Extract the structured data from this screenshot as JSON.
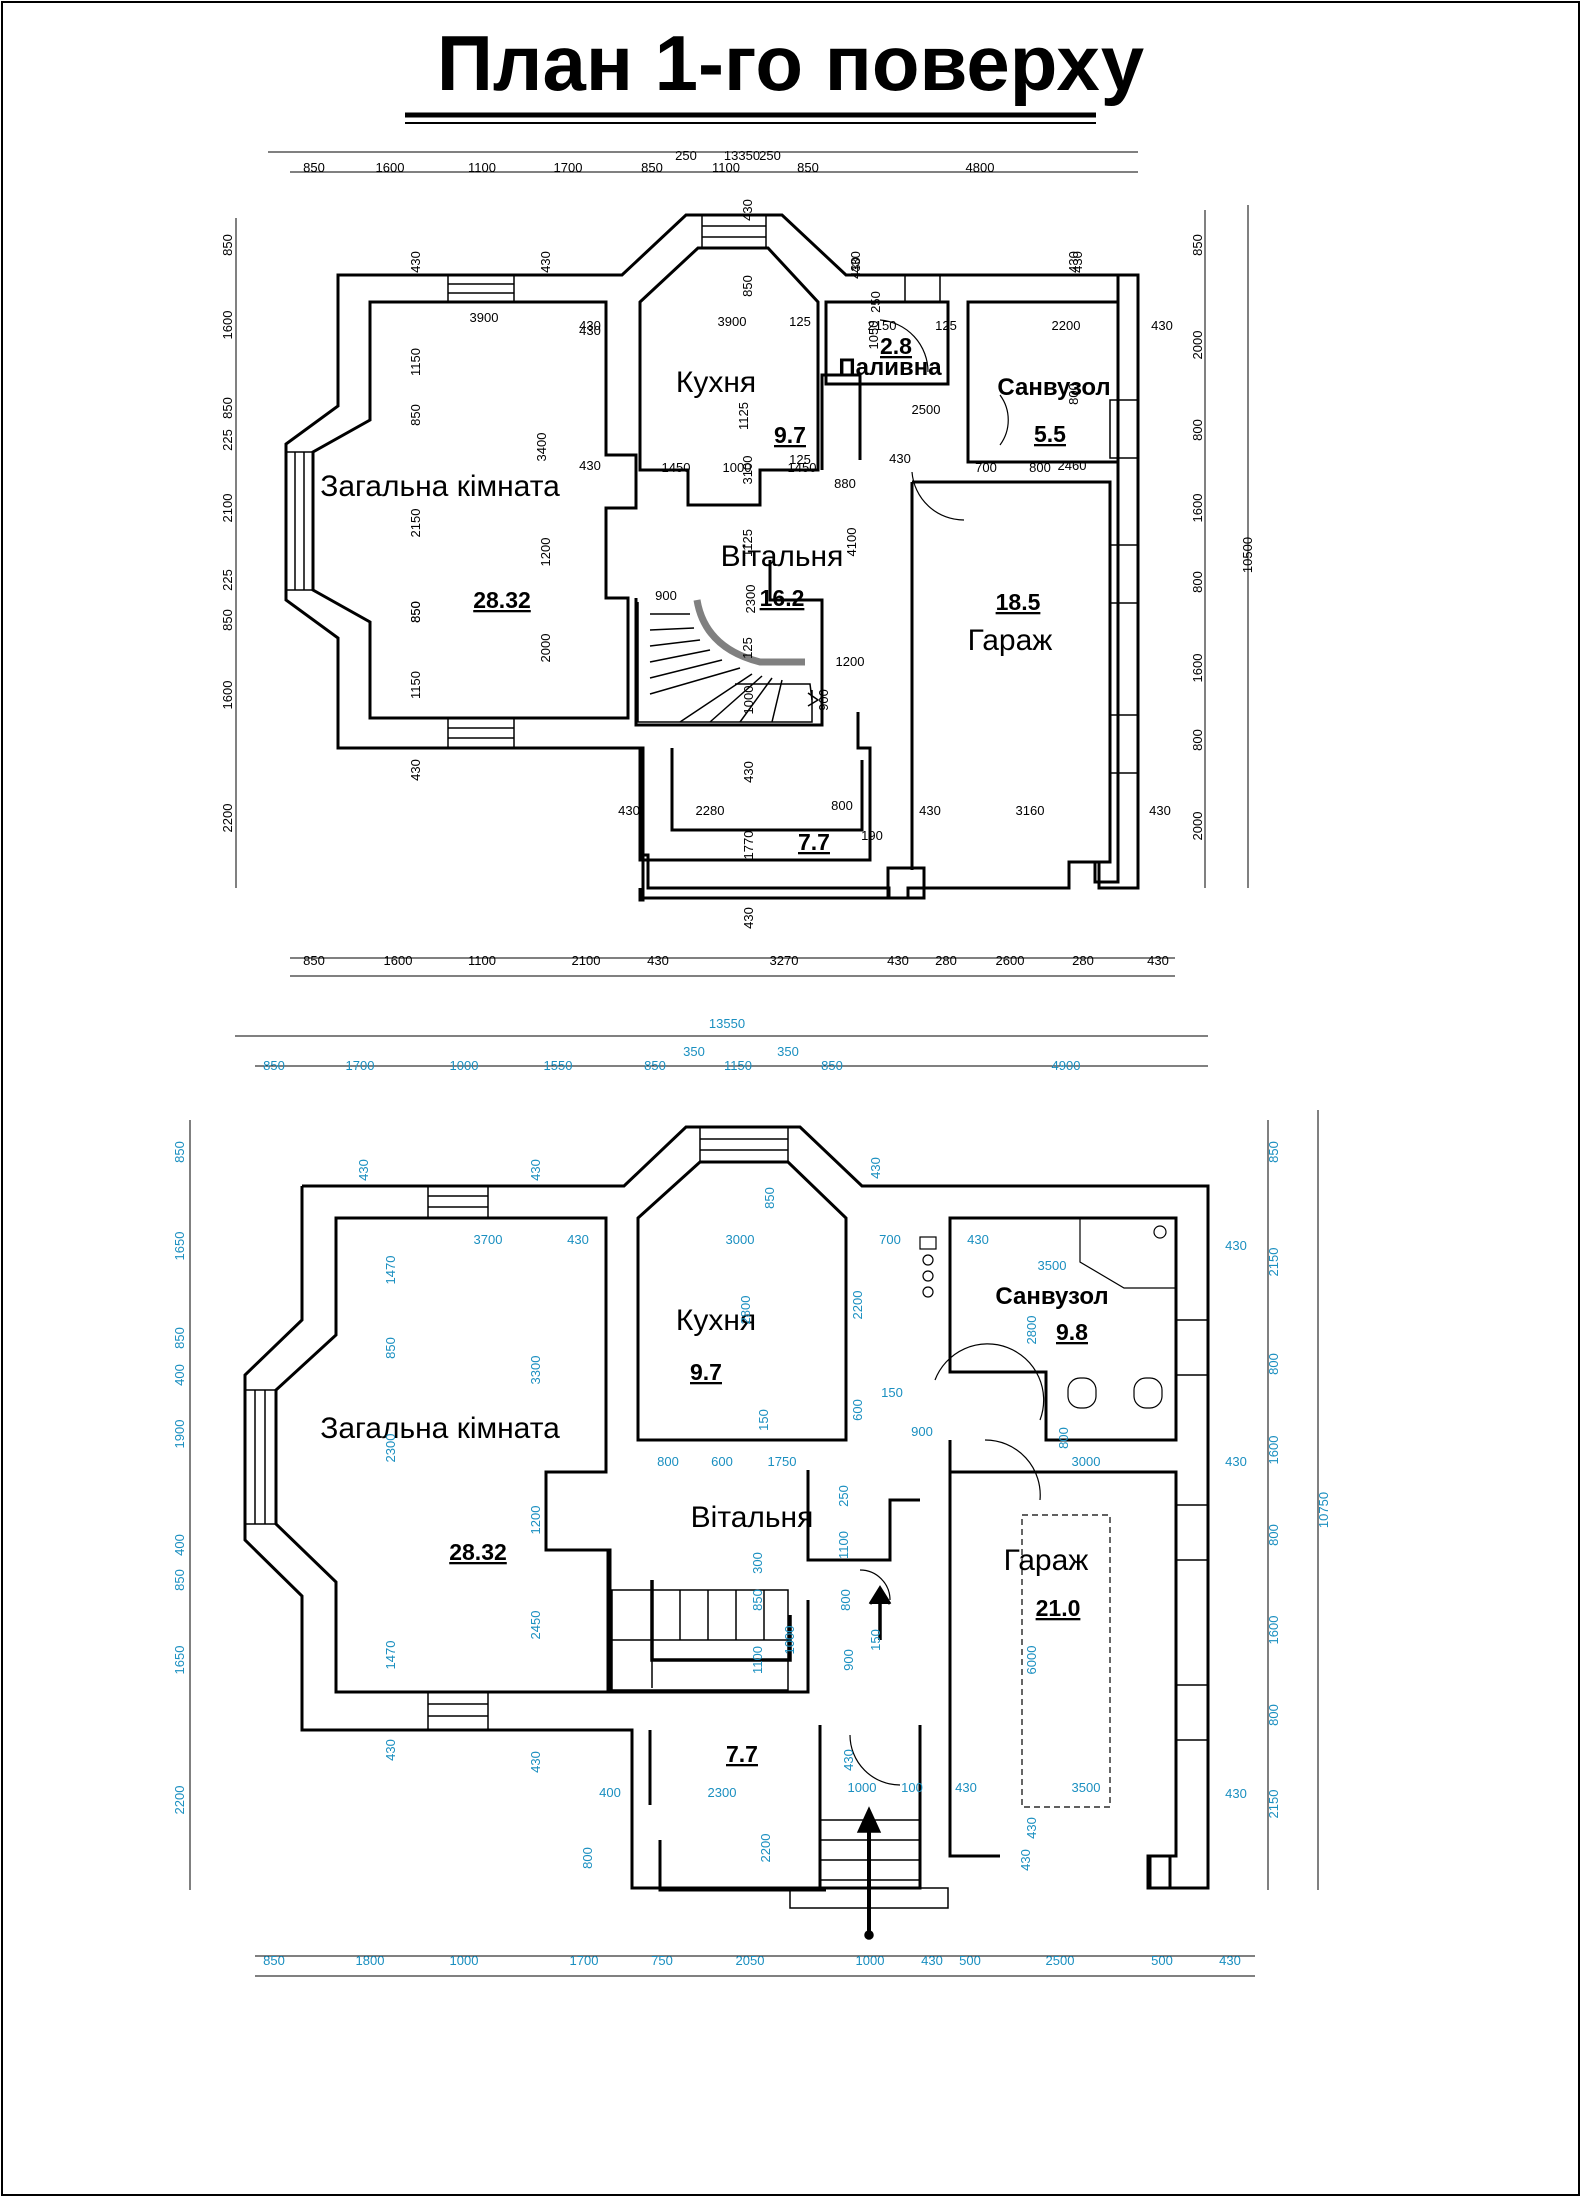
{
  "title": "План 1-го поверху",
  "colors": {
    "plan1_dims": "#000000",
    "plan2_dims": "#1a8fc0",
    "stair_rail": "#808080"
  },
  "plan1": {
    "rooms": [
      {
        "id": "living",
        "name": "Загальна кімната",
        "area": "28.32"
      },
      {
        "id": "kitchen",
        "name": "Кухня",
        "area": "9.7"
      },
      {
        "id": "hall",
        "name": "Вітальня",
        "area": "16.2"
      },
      {
        "id": "boiler",
        "name": "Паливна",
        "area": "2.8"
      },
      {
        "id": "bath",
        "name": "Санвузол",
        "area": "5.5"
      },
      {
        "id": "garage",
        "name": "Гараж",
        "area": "18.5"
      },
      {
        "id": "vestibule",
        "name": "",
        "area": "7.7"
      }
    ],
    "dim_top_total": "13350",
    "dims_top_row1": [
      "250",
      "250"
    ],
    "dims_top_row2": [
      "850",
      "1600",
      "1100",
      "1700",
      "850",
      "1100",
      "850",
      "4800"
    ],
    "dims_bottom": [
      "850",
      "1600",
      "1100",
      "2100",
      "430",
      "3270",
      "430",
      "280",
      "2600",
      "280",
      "430"
    ],
    "dims_left": [
      "850",
      "1600",
      "850",
      "225",
      "2100",
      "225",
      "850",
      "1600",
      "2200"
    ],
    "dims_right": [
      "850",
      "2000",
      "800",
      "1600",
      "800",
      "1600",
      "800",
      "2000"
    ],
    "dim_right_total": "10500",
    "dims_inner": [
      "430",
      "430",
      "430",
      "430",
      "430",
      "850",
      "430",
      "3900",
      "430",
      "3900",
      "125",
      "2150",
      "125",
      "430",
      "2200",
      "1050",
      "250",
      "1150",
      "850",
      "3400",
      "850",
      "1125",
      "800",
      "2500",
      "800",
      "700",
      "2460",
      "430",
      "1450",
      "1000",
      "1450",
      "125",
      "880",
      "430",
      "2150",
      "1200",
      "4100",
      "1125",
      "2300",
      "900",
      "1000",
      "1200",
      "900",
      "850",
      "2000",
      "1150",
      "430",
      "430",
      "2280",
      "800",
      "430",
      "3160",
      "430",
      "1770",
      "190",
      "430",
      "430",
      "430",
      "430",
      "3100",
      "125"
    ]
  },
  "plan2": {
    "rooms": [
      {
        "id": "living",
        "name": "Загальна кімната",
        "area": "28.32"
      },
      {
        "id": "kitchen",
        "name": "Кухня",
        "area": "9.7"
      },
      {
        "id": "hall",
        "name": "Вітальня",
        "area": ""
      },
      {
        "id": "bath",
        "name": "Санвузол",
        "area": "9.8"
      },
      {
        "id": "garage",
        "name": "Гараж",
        "area": "21.0"
      },
      {
        "id": "vestibule",
        "name": "",
        "area": "7.7"
      }
    ],
    "dim_top_total": "13550",
    "dims_top_row1": [
      "350",
      "350"
    ],
    "dims_top_row2": [
      "850",
      "1700",
      "1000",
      "1550",
      "850",
      "1150",
      "850",
      "4900"
    ],
    "dims_bottom": [
      "850",
      "1800",
      "1000",
      "1700",
      "750",
      "2050",
      "1000",
      "430",
      "500",
      "2500",
      "500",
      "430"
    ],
    "dims_left": [
      "850",
      "1650",
      "850",
      "400",
      "1900",
      "400",
      "850",
      "1650",
      "2200"
    ],
    "dims_right": [
      "850",
      "2150",
      "800",
      "1600",
      "800",
      "1600",
      "800",
      "2150"
    ],
    "dim_right_total": "10750",
    "dims_inner": [
      "430",
      "430",
      "850",
      "430",
      "3700",
      "430",
      "3000",
      "700",
      "430",
      "3500",
      "430",
      "1470",
      "850",
      "3300",
      "2800",
      "2200",
      "2800",
      "150",
      "600",
      "150",
      "900",
      "800",
      "600",
      "800",
      "1750",
      "3000",
      "430",
      "2300",
      "1200",
      "250",
      "1100",
      "300",
      "850",
      "800",
      "1000",
      "2450",
      "1470",
      "150",
      "1100",
      "900",
      "6000",
      "430",
      "430",
      "430",
      "430",
      "400",
      "2300",
      "1000",
      "100",
      "430",
      "3500",
      "430",
      "800",
      "2200",
      "430"
    ]
  }
}
